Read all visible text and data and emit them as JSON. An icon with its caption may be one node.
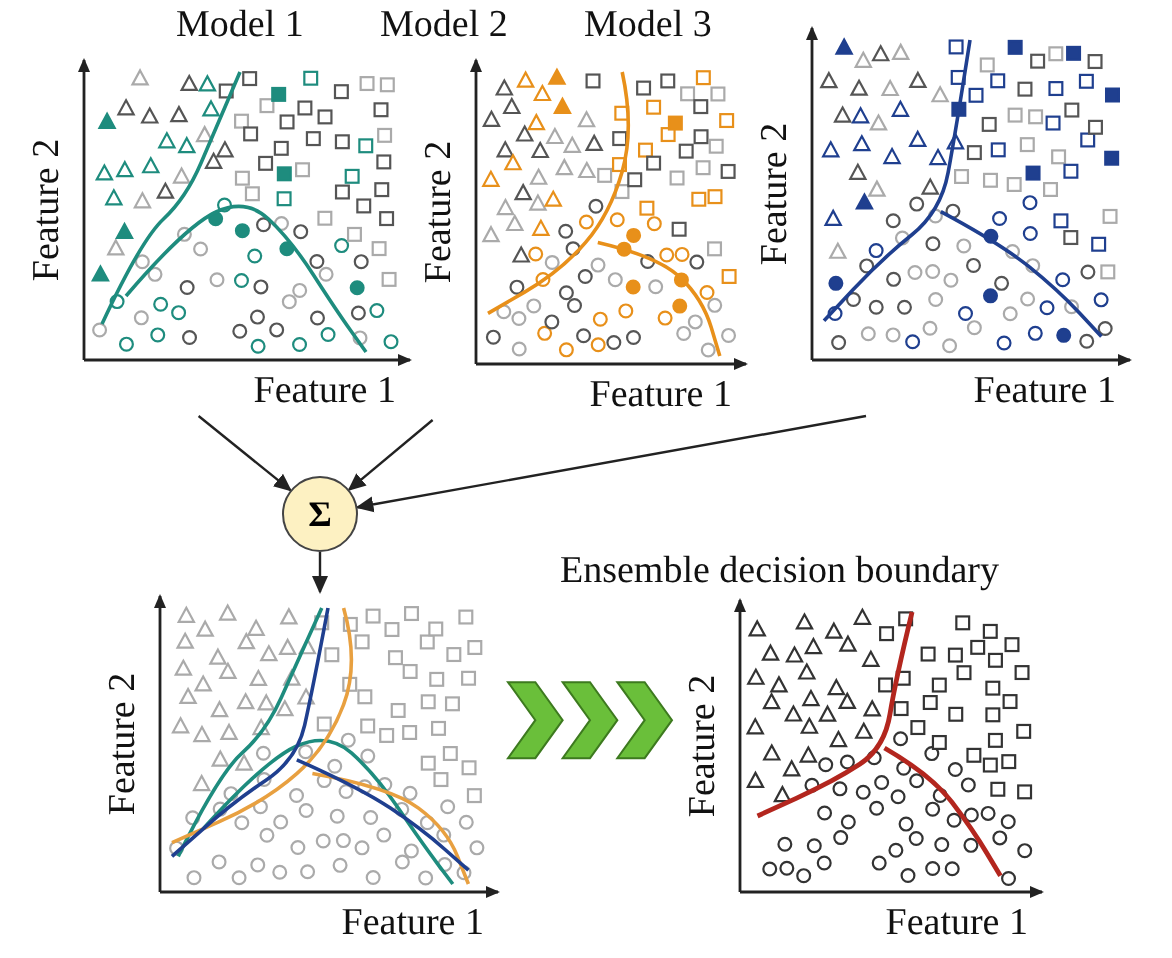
{
  "diagram": {
    "nodes": [
      {
        "text": [
          "Feature 2",
          "Feature 1"
        ]
      },
      {
        "text": [
          "Feature 2",
          "Feature 1"
        ]
      },
      {
        "text": [
          "Feature 2",
          "Feature 1"
        ]
      },
      {
        "text": [
          "Σ"
        ]
      },
      {
        "text": [
          "Feature 2",
          "Feature 1"
        ]
      },
      {
        "text": [
          "Feature 2",
          "Feature 1"
        ]
      }
    ],
    "edges": [
      {
        "from": 0,
        "to": 3,
        "arrow": "to"
      },
      {
        "from": 1,
        "to": 3,
        "arrow": "to"
      },
      {
        "from": 2,
        "to": 3,
        "arrow": "to"
      },
      {
        "from": 3,
        "to": 4,
        "arrow": "to"
      },
      {
        "from": 4,
        "to": 5,
        "arrow": "to",
        "style": "thick",
        "color": "#6abf3a"
      }
    ],
    "labels": [
      "Model 1",
      "Model 2",
      "Model 3",
      "Ensemble decision boundary"
    ]
  }
}
